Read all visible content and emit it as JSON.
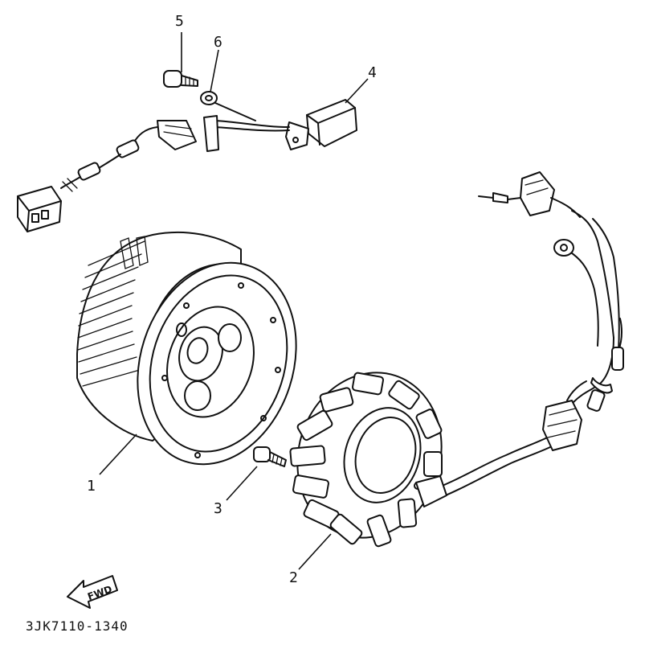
{
  "callouts": {
    "c1": "1",
    "c2": "2",
    "c3": "3",
    "c4": "4",
    "c5": "5",
    "c6": "6"
  },
  "direction_badge": "FWD",
  "drawing_code": "3JK7110-1340"
}
